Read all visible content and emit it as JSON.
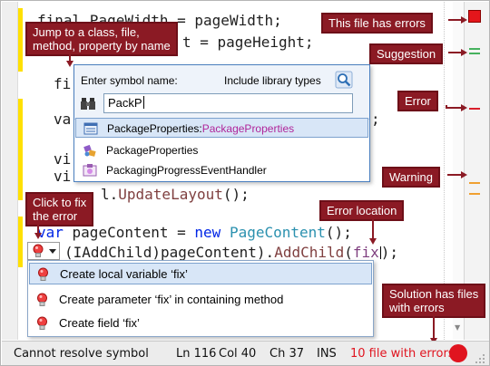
{
  "code": {
    "line1_a": "fi",
    "line1_b": "nal",
    "line1_c": " Page",
    "line1_d": "Width = pageWidth;",
    "line2_a": "t = pageHeight;",
    "line3": "fi",
    "line4": "va",
    "line4_tail": ";",
    "line5": "vi",
    "line6": "vi",
    "line7_a": "l.",
    "line7_b": "UpdateLayout",
    "line7_c": "();",
    "line8_kw": "var",
    "line8_a": " pageContent = ",
    "line8_new": "new",
    "line8_sp": " ",
    "line8_ty": "PageContent",
    "line8_b": "();",
    "line9_a": "(IAddChild)pageContent).",
    "line9_b": "AddChild",
    "line9_c": "(",
    "line9_fix": "fix",
    "line9_d": ");"
  },
  "nav_popup": {
    "label": "Enter symbol name:",
    "include_label": "Include library types",
    "query": "PackP",
    "items": [
      {
        "name": "PackageProperties:",
        "suffix": "PackageProperties",
        "selected": true
      },
      {
        "name": "PackageProperties",
        "suffix": "",
        "selected": false
      },
      {
        "name": "PackagingProgressEventHandler",
        "suffix": "",
        "selected": false
      }
    ]
  },
  "quickfix": {
    "items": [
      {
        "label": "Create local variable ‘fix’",
        "selected": true
      },
      {
        "label": "Create parameter ‘fix’ in containing method",
        "selected": false
      },
      {
        "label": "Create field ‘fix’",
        "selected": false
      }
    ]
  },
  "callouts": {
    "jump_line1": "Jump to a class, file,",
    "jump_line2": "method, property by name",
    "file_errors": "This file has errors",
    "suggestion": "Suggestion",
    "error": "Error",
    "warning": "Warning",
    "click_fix_line1": "Click to fix",
    "click_fix_line2": "the error",
    "error_location": "Error location",
    "solution_line1": "Solution has files",
    "solution_line2": "with errors"
  },
  "statusbar": {
    "message": "Cannot resolve symbol",
    "line": "Ln 116",
    "col": "Col 40",
    "ch": "Ch 37",
    "mode": "INS",
    "errors": "10 file with errors"
  },
  "colors": {
    "callout_border": "#8a1a22",
    "error_red": "#e0141f",
    "selection": "#d8e6f7",
    "changebar": "#ffe000"
  },
  "icons": [
    "lightbulb-icon",
    "search-icon",
    "binoculars-icon",
    "class-icon",
    "namespace-icon",
    "delegate-icon",
    "error-indicator-icon",
    "chevron-down-icon"
  ]
}
